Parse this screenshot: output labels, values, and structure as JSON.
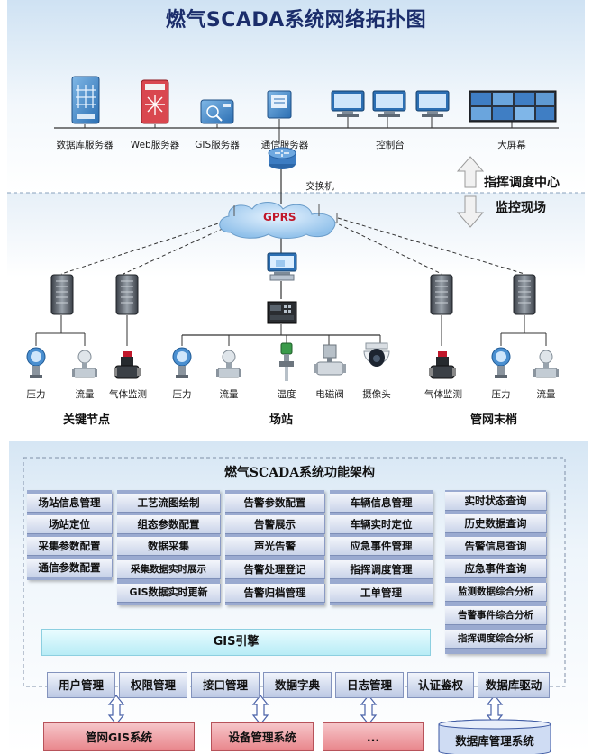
{
  "topology": {
    "title": "燃气SCADA系统网络拓扑图",
    "servers": {
      "db": "数据库服务器",
      "web": "Web服务器",
      "gis": "GIS服务器",
      "comm": "通信服务器",
      "console": "控制台",
      "screen": "大屏幕"
    },
    "switch_label": "交换机",
    "gprs_label": "GPRS",
    "center_label": "指挥调度中心",
    "field_label": "监控现场",
    "devices": {
      "pressure": "压力",
      "flow": "流量",
      "gas_monitor": "气体监测",
      "temperature": "温度",
      "solenoid": "电磁阀",
      "camera": "摄像头"
    },
    "groups": {
      "key_nodes": "关键节点",
      "station": "场站",
      "pipe_end": "管网末梢"
    }
  },
  "architecture": {
    "title": "燃气SCADA系统功能架构",
    "columns": [
      [
        "场站信息管理",
        "场站定位",
        "采集参数配置",
        "通信参数配置"
      ],
      [
        "工艺流图绘制",
        "组态参数配置",
        "数据采集",
        "采集数据实时展示",
        "GIS数据实时更新"
      ],
      [
        "告警参数配置",
        "告警展示",
        "声光告警",
        "告警处理登记",
        "告警归档管理"
      ],
      [
        "车辆信息管理",
        "车辆实时定位",
        "应急事件管理",
        "指挥调度管理",
        "工单管理"
      ],
      [
        "实时状态查询",
        "历史数据查询",
        "告警信息查询",
        "应急事件查询",
        "监测数据综合分析",
        "告警事件综合分析",
        "指挥调度综合分析"
      ]
    ],
    "gis_engine": "GIS引擎",
    "base_services": [
      "用户管理",
      "权限管理",
      "接口管理",
      "数据字典",
      "日志管理",
      "认证鉴权",
      "数据库驱动"
    ],
    "external_systems": [
      "管网GIS系统",
      "设备管理系统",
      "...",
      "数据库管理系统"
    ]
  }
}
